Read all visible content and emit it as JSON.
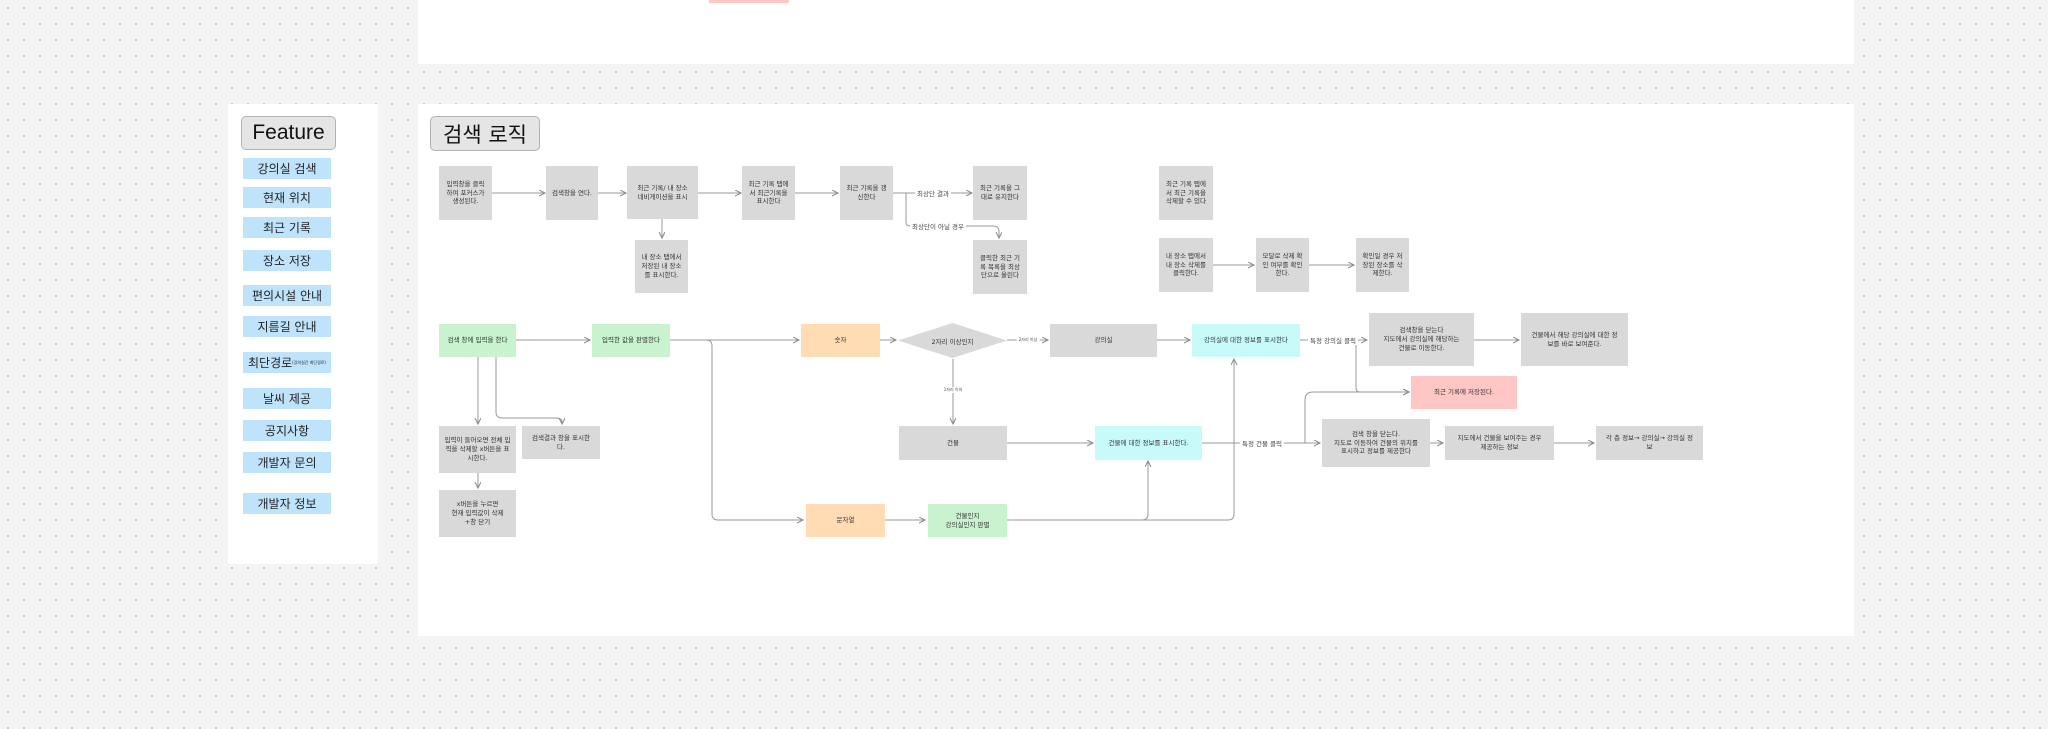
{
  "feature_panel": {
    "title": "Feature",
    "items": [
      "강의실 검색",
      "현재 위치",
      "최근 기록",
      "장소 저장",
      "편의시설 안내",
      "지름길 안내",
      "최단경로",
      "날씨 제공",
      "공지사항",
      "개발자 문의",
      "개발자 정보"
    ],
    "item_color": "#bfe3fb"
  },
  "diagram": {
    "title": "검색 로직",
    "colors": {
      "gray": "#d9d9d9",
      "green": "#c9f2cf",
      "orange": "#ffdcb4",
      "cyan": "#c9fafa",
      "pink": "#ffc6c6"
    },
    "nodes": [
      {
        "id": "n1",
        "text": "입력창을 클릭\n하여 포커스가\n생성된다."
      },
      {
        "id": "n2",
        "text": "검색창을 연다."
      },
      {
        "id": "n3",
        "text": "최근 기록/ 내 장소\n네비게이션을 표시"
      },
      {
        "id": "n4",
        "text": "최근 기록 탭에\n서 최근기록을\n표시한다"
      },
      {
        "id": "n5",
        "text": "최근 기록을 갱\n신한다"
      },
      {
        "id": "n6",
        "text": "최근 기록을 그\n대로 유지한다"
      },
      {
        "id": "n7",
        "text": "내 장소 탭에서\n저장된 내 장소\n를 표시한다."
      },
      {
        "id": "n8",
        "text": "클릭한 최근 기\n록 목록을 최상\n단으로 올린다"
      },
      {
        "id": "n9",
        "text": "최근 기록 탭에\n서 최근 기록을\n삭제할 수 있다"
      },
      {
        "id": "n10",
        "text": "내 장소 탭에서\n내 장소 삭제를\n클릭한다."
      },
      {
        "id": "n11",
        "text": "모달로 삭제 확\n인 여부를 확인\n한다."
      },
      {
        "id": "n12",
        "text": "확인일 경우 저\n장된 장소를 삭\n제한다."
      },
      {
        "id": "n13",
        "text": "검색 창에 입력을 한다"
      },
      {
        "id": "n14",
        "text": "입력한 값을 판별한다"
      },
      {
        "id": "n15",
        "text": "숫자"
      },
      {
        "id": "n16",
        "text": "2자리 이상인지"
      },
      {
        "id": "n17",
        "text": "강의실"
      },
      {
        "id": "n18",
        "text": "강의실에 대한 정보를 표시한다"
      },
      {
        "id": "n19",
        "text": "검색창을 닫는다\n지도에서 강의실에 해당하는\n건물로 이동한다."
      },
      {
        "id": "n20",
        "text": "건물에서 해당 강의실에 대한 정\n보를 바로 보여준다."
      },
      {
        "id": "n21",
        "text": "최근 기록에 저장된다."
      },
      {
        "id": "n22",
        "text": "입력이 들어오면 전체 입\n력을 삭제할 x버튼을 표\n시한다."
      },
      {
        "id": "n23",
        "text": "검색결과 창을 표시한\n다."
      },
      {
        "id": "n24",
        "text": "x버튼을 누르면\n현재 입력값이 삭제\n+창 닫기"
      },
      {
        "id": "n25",
        "text": "건물"
      },
      {
        "id": "n26",
        "text": "건물에 대한 정보를 표시한다."
      },
      {
        "id": "n27",
        "text": "검색 창을 닫는다.\n지도로 이동하여 건물의 위치를\n표시하고 정보를 제공한다"
      },
      {
        "id": "n28",
        "text": "지도에서 건물을 보여주는 경우\n제공하는 정보"
      },
      {
        "id": "n29",
        "text": "각 층 정보→ 강의실→ 강의실 정\n보"
      },
      {
        "id": "n30",
        "text": "문자열"
      },
      {
        "id": "n31",
        "text": "건물인지\n강의실인지 판별"
      }
    ],
    "edge_labels": {
      "most_recent": "최상단 결과",
      "not_most_recent": "최상단이 아닐 경우",
      "two_or_more": "2자리 이상",
      "one_digit": "1자리 이하",
      "click_room": "특정 강의실 클릭",
      "click_building": "특정 건물 클릭"
    }
  }
}
